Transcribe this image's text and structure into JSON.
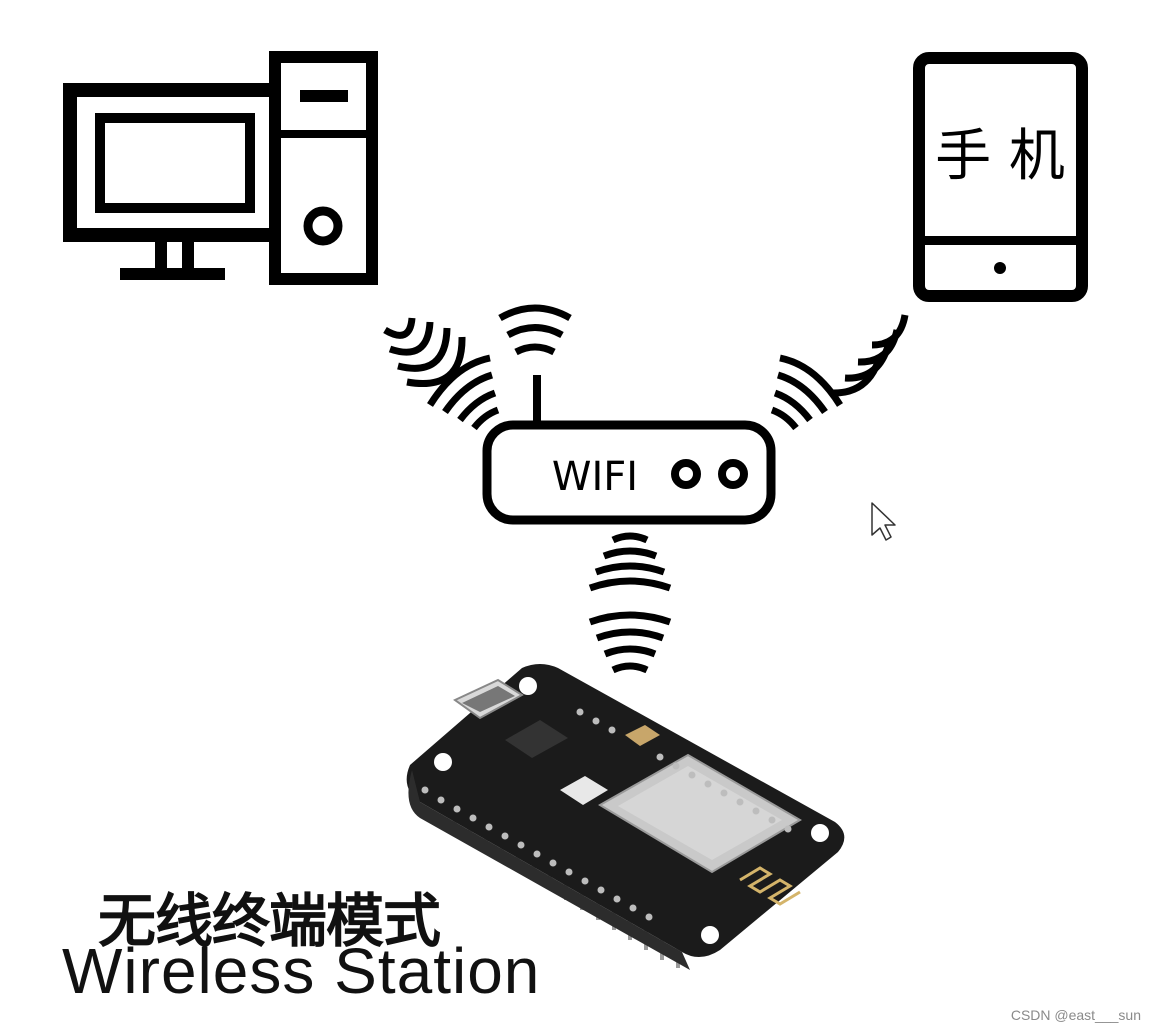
{
  "router": {
    "label": "WIFI"
  },
  "phone": {
    "label": "手 机"
  },
  "caption": {
    "chinese": "无线终端模式",
    "english": "Wireless Station"
  },
  "watermark": "CSDN @east___sun",
  "colors": {
    "stroke": "#000000",
    "board": "#1b1b1b",
    "module": "#c9c9c9"
  },
  "icons": [
    "desktop-computer-icon",
    "mobile-phone-icon",
    "wifi-router-icon",
    "wifi-signal-icon",
    "cursor-arrow-icon",
    "esp8266-board"
  ]
}
